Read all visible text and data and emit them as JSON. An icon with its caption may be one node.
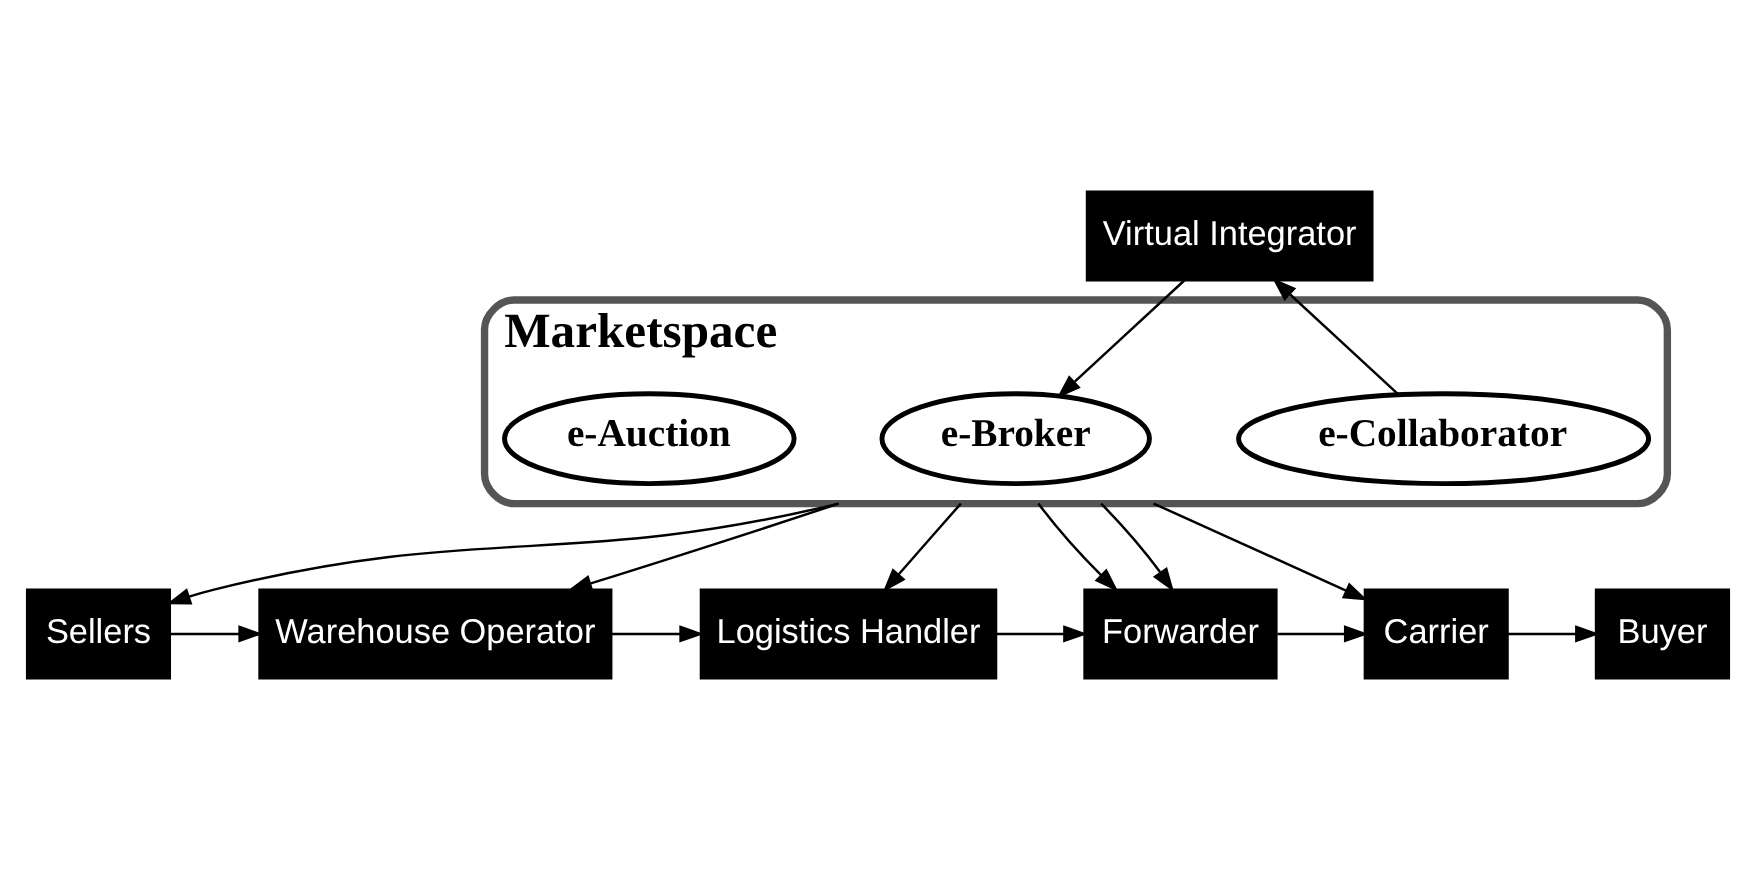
{
  "diagram": {
    "nodes": [
      {
        "text": [
          "Virtual Integrator"
        ]
      },
      {
        "text": [
          "Marketspace"
        ]
      },
      {
        "text": [
          "e-Collaborator"
        ],
        "in": 1
      },
      {
        "text": [
          "e-Broker"
        ],
        "in": 1
      },
      {
        "text": [
          "e-Auction"
        ],
        "in": 1
      },
      {
        "text": [
          "Sellers"
        ]
      },
      {
        "text": [
          "Warehouse Operator"
        ]
      },
      {
        "text": [
          "Logistics Handler"
        ]
      },
      {
        "text": [
          "Forwarder"
        ]
      },
      {
        "text": [
          "Carrier"
        ]
      },
      {
        "text": [
          "Buyer"
        ]
      }
    ],
    "edges": [
      {
        "from": 2,
        "to": 0,
        "arrow": "to"
      },
      {
        "from": 0,
        "to": 3,
        "arrow": "to"
      },
      {
        "from": 1,
        "to": 5,
        "arrow": "to"
      },
      {
        "from": 1,
        "to": 6,
        "arrow": "to"
      },
      {
        "from": 1,
        "to": 7,
        "arrow": "to"
      },
      {
        "from": 1,
        "to": 8,
        "arrow": "to"
      },
      {
        "from": 1,
        "to": 8,
        "arrow": "to"
      },
      {
        "from": 1,
        "to": 9,
        "arrow": "to"
      },
      {
        "from": 5,
        "to": 6,
        "arrow": "to"
      },
      {
        "from": 6,
        "to": 7,
        "arrow": "to"
      },
      {
        "from": 7,
        "to": 8,
        "arrow": "to"
      },
      {
        "from": 8,
        "to": 9,
        "arrow": "to"
      },
      {
        "from": 9,
        "to": 10,
        "arrow": "to"
      }
    ]
  }
}
